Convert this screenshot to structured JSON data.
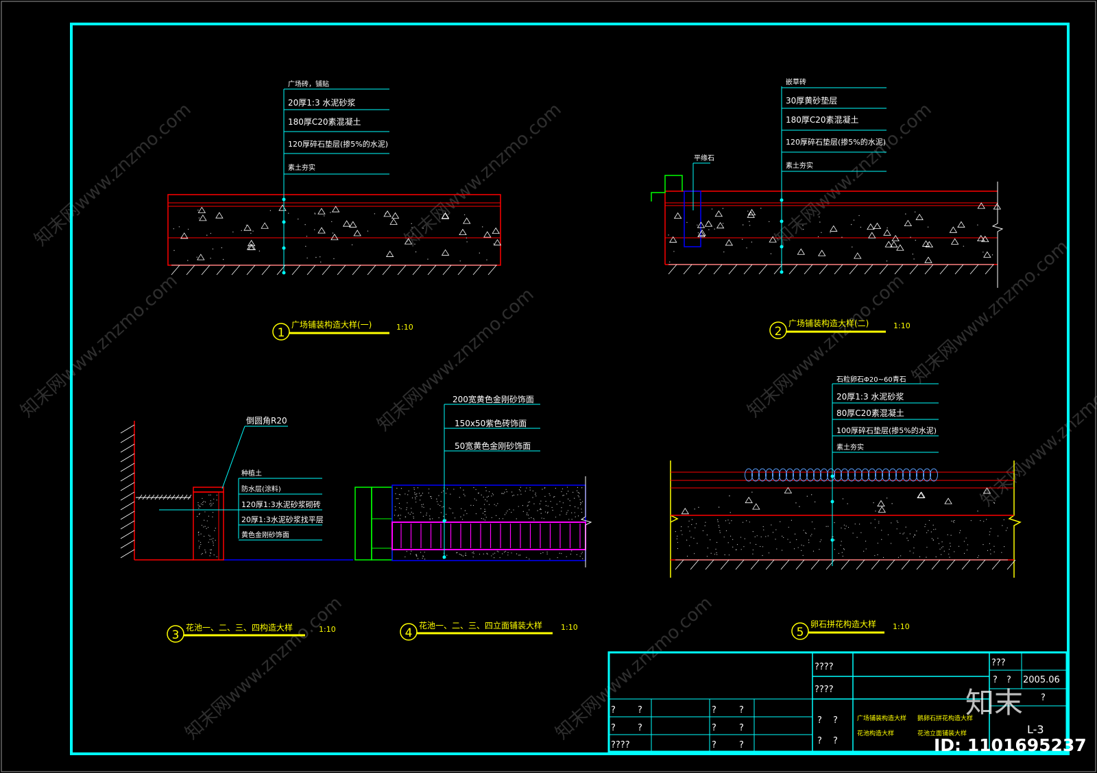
{
  "colors": {
    "background": "#000000",
    "frame": "#00FFFF",
    "leader": "#00FFFF",
    "layer": "#FF0000",
    "ground": "#FFFFFF",
    "caption": "#FFFF00",
    "blue": "#0000FF",
    "green": "#00FF00",
    "magenta": "#FF00FF",
    "watermark": "#3a3a3a"
  },
  "detail1": {
    "labels": [
      "广场砖，铺贴",
      "20厚1:3 水泥砂浆",
      "180厚C20素混凝土",
      "120厚碎石垫层(掺5%的水泥)",
      "素土夯实"
    ],
    "num": "1",
    "caption": "广场铺装构造大样(一)",
    "scale": "1:10"
  },
  "detail2": {
    "labels": [
      "嵌草砖",
      "30厚黄砂垫层",
      "180厚C20素混凝土",
      "120厚碎石垫层(掺5%的水泥)",
      "素土夯实"
    ],
    "side_label": "平缘石",
    "num": "2",
    "caption": "广场铺装构造大样(二)",
    "scale": "1:10"
  },
  "detail3": {
    "top_label": "倒圆角R20",
    "labels": [
      "种植土",
      "防水层(涂料)",
      "120厚1:3水泥砂浆砌砖",
      "20厚1:3水泥砂浆找平层",
      "黄色金刚砂饰面"
    ],
    "num": "3",
    "caption": "花池一、二、三、四构造大样",
    "scale": "1:10"
  },
  "detail4": {
    "labels": [
      "200宽黄色金刚砂饰面",
      "150x50紫色砖饰面",
      "50宽黄色金刚砂饰面"
    ],
    "num": "4",
    "caption": "花池一、二、三、四立面铺装大样",
    "scale": "1:10"
  },
  "detail5": {
    "labels": [
      "石粒卵石Φ20~60青石",
      "20厚1:3 水泥砂浆",
      "80厚C20素混凝土",
      "100厚碎石垫层(掺5%的水泥)",
      "素土夯实"
    ],
    "num": "5",
    "caption": "卵石拼花构造大样",
    "scale": "1:10"
  },
  "title_block": {
    "c1": "????",
    "c2": "????",
    "c3": "???",
    "c4a": "?",
    "c4b": "?",
    "date": "2005.06",
    "c6": "?",
    "rows": [
      [
        "?",
        "?",
        "?",
        "?"
      ],
      [
        "?",
        "?",
        "?",
        "?"
      ],
      [
        "????",
        "",
        "?",
        "?"
      ]
    ],
    "qa": [
      "?",
      "?"
    ],
    "qb": [
      "?",
      "?"
    ],
    "names": [
      "广场铺装构造大样",
      "鹅卵石拼花构造大样",
      "花池构造大样",
      "花池立面铺装大样"
    ],
    "sheet": "L-3"
  },
  "watermark": {
    "text": "知末网www.znzmo.com",
    "brand": "知末",
    "id": "ID: 1101695237"
  }
}
